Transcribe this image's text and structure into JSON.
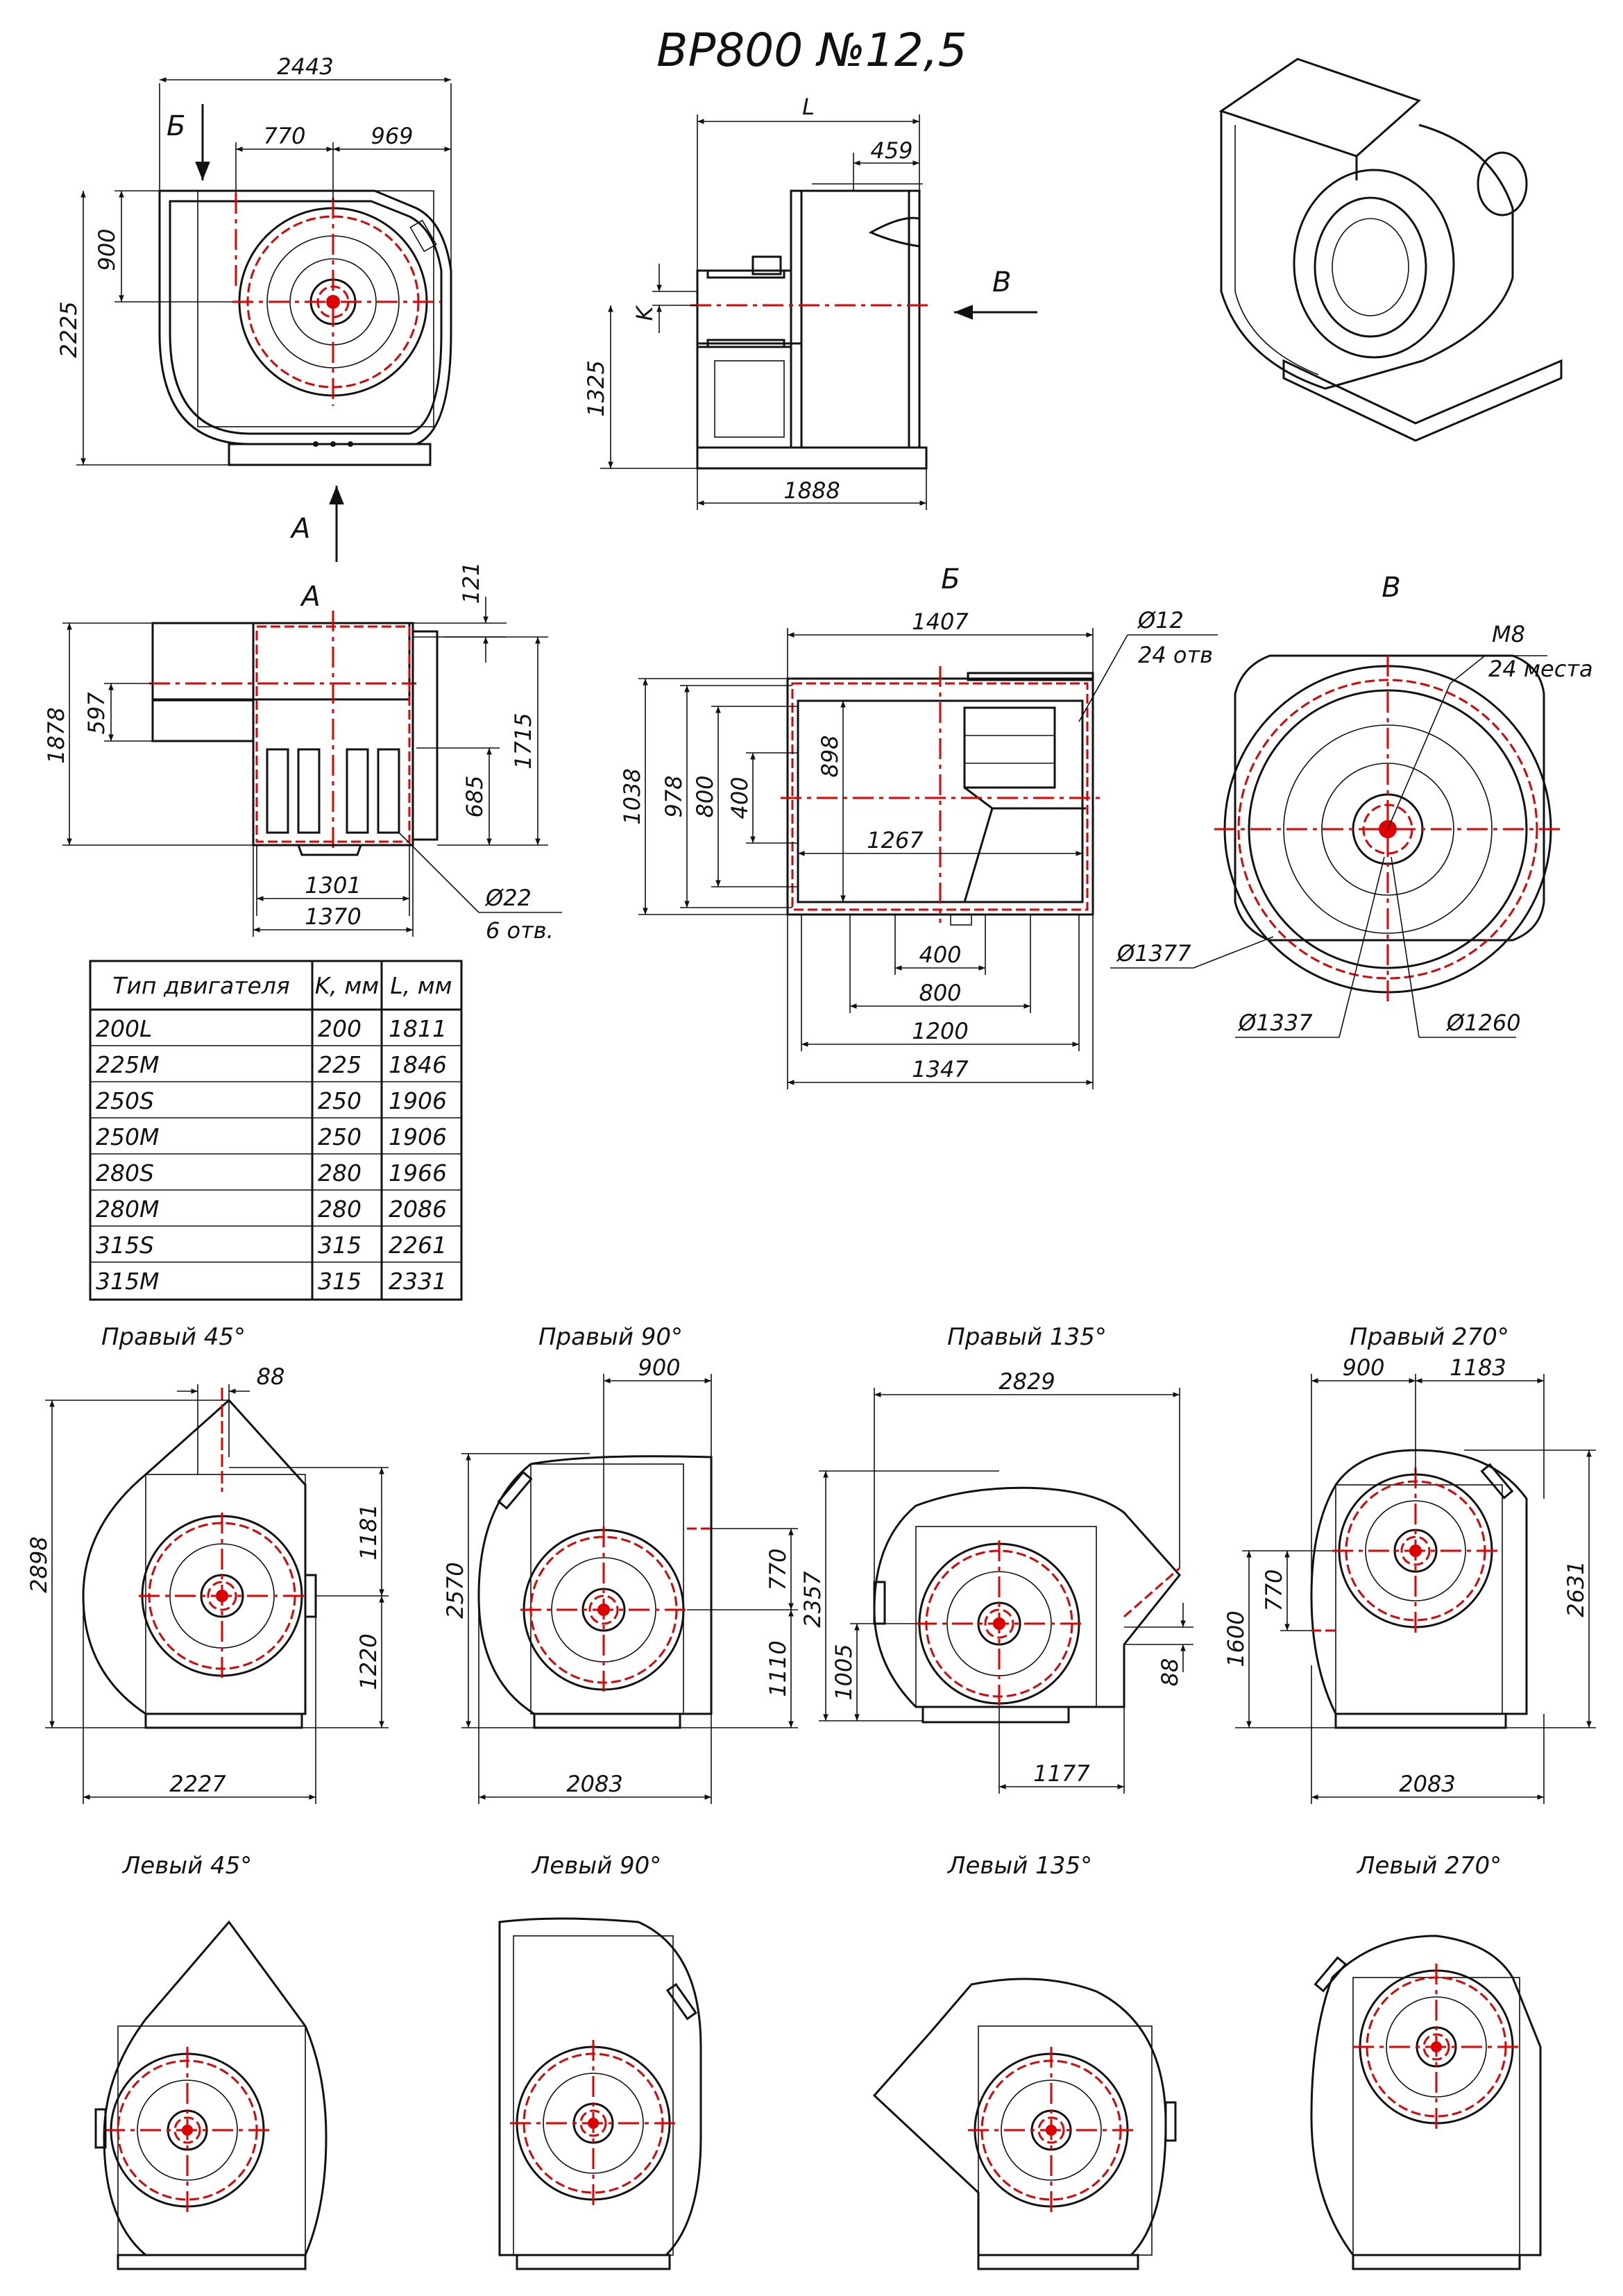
{
  "title": "ВР800 №12,5",
  "main_views": {
    "front": {
      "dims": {
        "width": "2443",
        "inlet": "770",
        "right": "969",
        "outlet_h": "900",
        "height": "2225"
      },
      "arrow_b": "Б",
      "arrow_a": "А"
    },
    "side": {
      "dims": {
        "length": "L",
        "d459": "459",
        "k": "K",
        "axis_h": "1325",
        "base": "1888"
      },
      "arrow_v": "В"
    },
    "view_a": {
      "label": "А",
      "dims": {
        "h121": "121",
        "h1878": "1878",
        "h597": "597",
        "h1715": "1715",
        "h685": "685",
        "w1301": "1301",
        "w1370": "1370",
        "holes_d": "Ø22",
        "holes_n": "6 отв."
      }
    },
    "view_b": {
      "label": "Б",
      "dims": {
        "w1407": "1407",
        "holes_d": "Ø12",
        "holes_n": "24 отв",
        "h1038": "1038",
        "h978": "978",
        "h800": "800",
        "h400": "400",
        "h898": "898",
        "w1267": "1267",
        "w400": "400",
        "w800": "800",
        "w1200": "1200",
        "w1347": "1347"
      }
    },
    "view_v": {
      "label": "В",
      "dims": {
        "thread": "M8",
        "thread_n": "24 места",
        "d1377": "Ø1377",
        "d1337": "Ø1337",
        "d1260": "Ø1260"
      }
    }
  },
  "motor_table": {
    "headers": [
      "Тип двигателя",
      "K, мм",
      "L, мм"
    ],
    "rows": [
      [
        "200L",
        "200",
        "1811"
      ],
      [
        "225M",
        "225",
        "1846"
      ],
      [
        "250S",
        "250",
        "1906"
      ],
      [
        "250M",
        "250",
        "1906"
      ],
      [
        "280S",
        "280",
        "1966"
      ],
      [
        "280M",
        "280",
        "2086"
      ],
      [
        "315S",
        "315",
        "2261"
      ],
      [
        "315M",
        "315",
        "2331"
      ]
    ]
  },
  "right_variants": [
    {
      "label": "Правый 45°",
      "dims": [
        "88",
        "2898",
        "1181",
        "1220",
        "2227"
      ]
    },
    {
      "label": "Правый 90°",
      "dims": [
        "900",
        "2570",
        "770",
        "1110",
        "2083"
      ]
    },
    {
      "label": "Правый 135°",
      "dims": [
        "2829",
        "2357",
        "1005",
        "88",
        "1177"
      ]
    },
    {
      "label": "Правый 270°",
      "dims": [
        "900",
        "1183",
        "770",
        "1600",
        "2631",
        "2083"
      ]
    }
  ],
  "left_variants": [
    {
      "label": "Левый 45°"
    },
    {
      "label": "Левый 90°"
    },
    {
      "label": "Левый 135°"
    },
    {
      "label": "Левый 270°"
    }
  ],
  "colors": {
    "line": "#111111",
    "centerline": "#e00000",
    "background": "#ffffff"
  }
}
